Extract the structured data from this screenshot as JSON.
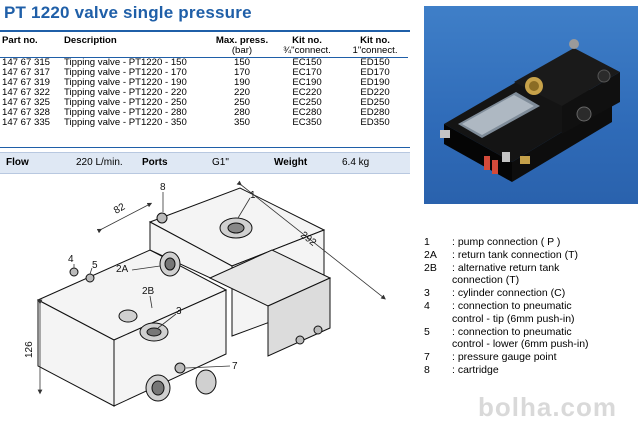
{
  "title": "PT 1220 valve single pressure",
  "table": {
    "headers": {
      "part_no": "Part no.",
      "description": "Description",
      "max_press": "Max. press.",
      "max_press_unit": "(bar)",
      "kit_a": "Kit no.",
      "kit_a_sub": "¾\"connect.",
      "kit_b": "Kit no.",
      "kit_b_sub": "1\"connect."
    },
    "rows": [
      [
        "147 67 315",
        "Tipping valve - PT1220 - 150",
        "150",
        "EC150",
        "ED150"
      ],
      [
        "147 67 317",
        "Tipping valve - PT1220 - 170",
        "170",
        "EC170",
        "ED170"
      ],
      [
        "147 67 319",
        "Tipping valve - PT1220 - 190",
        "190",
        "EC190",
        "ED190"
      ],
      [
        "147 67 322",
        "Tipping valve - PT1220 - 220",
        "220",
        "EC220",
        "ED220"
      ],
      [
        "147 67 325",
        "Tipping valve - PT1220 - 250",
        "250",
        "EC250",
        "ED250"
      ],
      [
        "147 67 328",
        "Tipping valve - PT1220 - 280",
        "280",
        "EC280",
        "ED280"
      ],
      [
        "147 67 335",
        "Tipping valve - PT1220 - 350",
        "350",
        "EC350",
        "ED350"
      ]
    ]
  },
  "properties": {
    "flow_label": "Flow",
    "flow_value": "220 L/min.",
    "ports_label": "Ports",
    "ports_value": "G1\"",
    "weight_label": "Weight",
    "weight_value": "6.4 kg"
  },
  "diagram": {
    "dim_82": "82",
    "dim_292": "292",
    "dim_126": "126",
    "callouts": [
      "8",
      "1",
      "4",
      "5",
      "2A",
      "2B",
      "3",
      "7"
    ]
  },
  "legend": [
    {
      "key": "1",
      "text": ": pump connection ( P )"
    },
    {
      "key": "2A",
      "text": ": return tank connection (T)"
    },
    {
      "key": "2B",
      "text": ": alternative return tank"
    },
    {
      "key": "",
      "text": "connection (T)"
    },
    {
      "key": "3",
      "text": ": cylinder connection (C)"
    },
    {
      "key": "4",
      "text": ": connection to pneumatic"
    },
    {
      "key": "",
      "text": "control - tip (6mm push-in)"
    },
    {
      "key": "5",
      "text": ": connection to pneumatic"
    },
    {
      "key": "",
      "text": "control - lower (6mm push-in)"
    },
    {
      "key": "7",
      "text": ": pressure gauge point"
    },
    {
      "key": "8",
      "text": ": cartridge"
    }
  ],
  "watermark": "bolha.com",
  "colors": {
    "accent": "#1f5fa8",
    "photo_bg": "#3573c0",
    "prop_bg": "#dfe8f4"
  }
}
